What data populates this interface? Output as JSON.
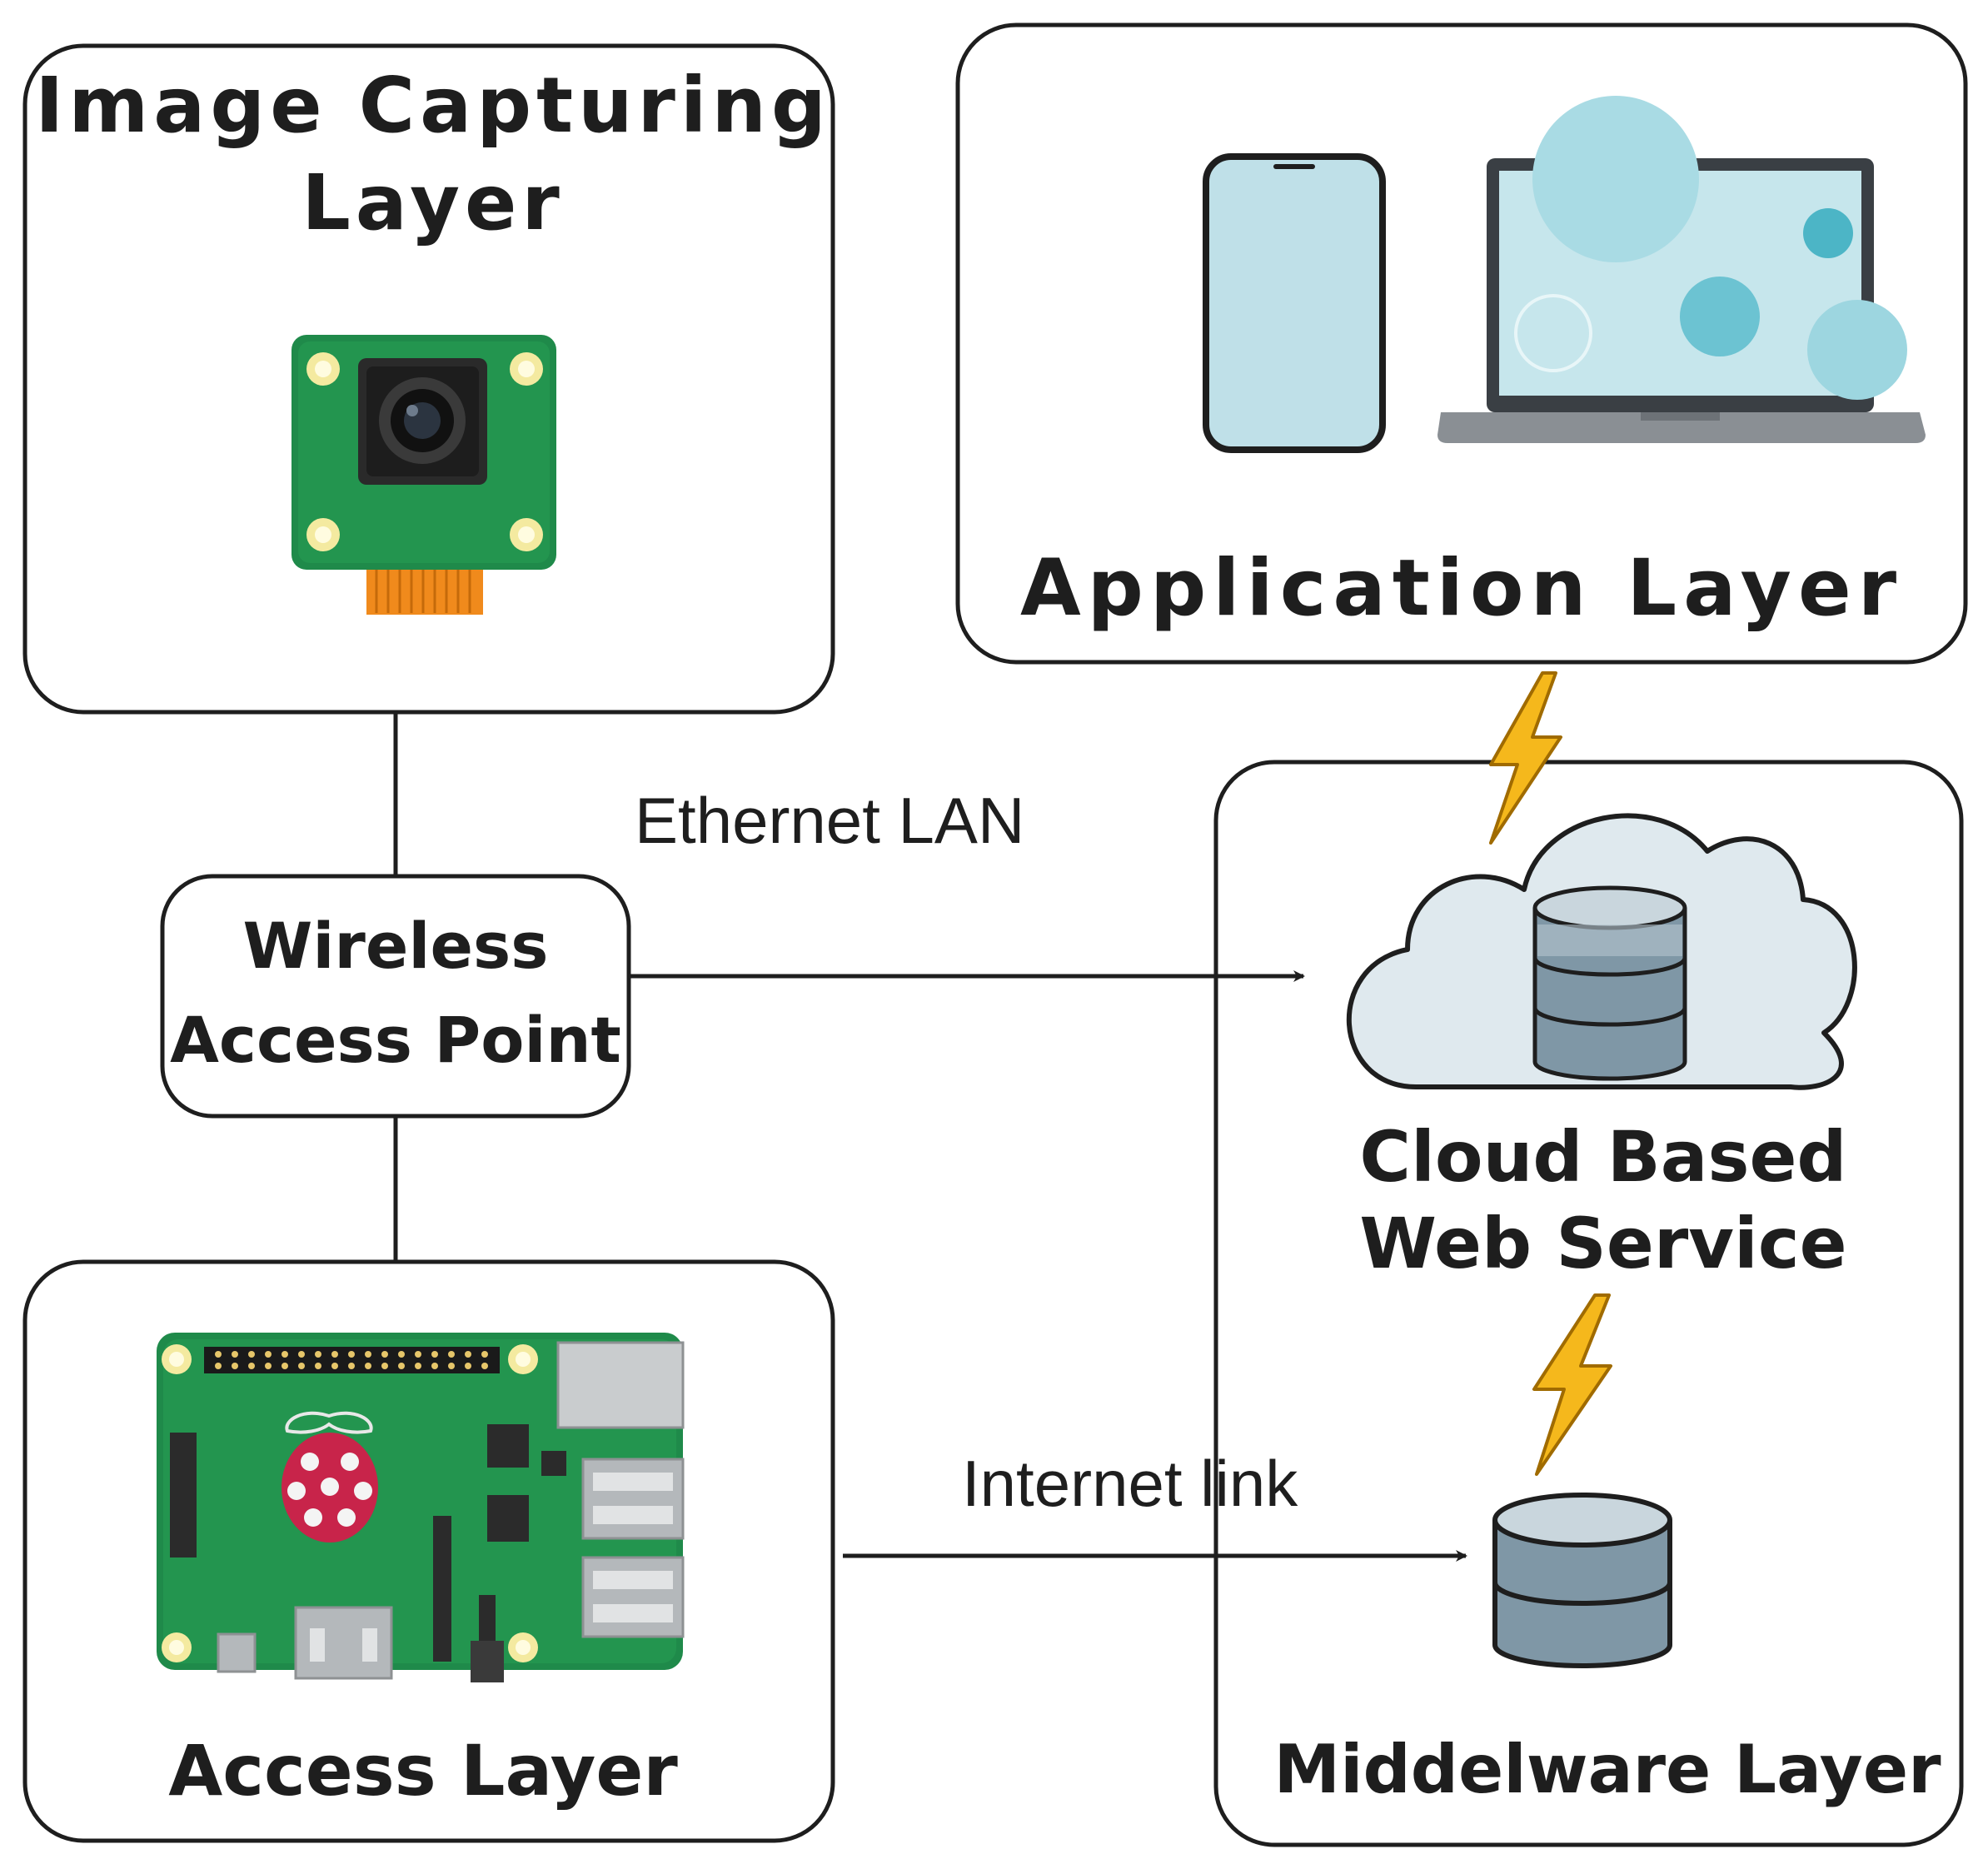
{
  "layers": {
    "image_capturing": {
      "title_line1": "Image Capturing",
      "title_line2": "Layer"
    },
    "application": {
      "title": "Application Layer"
    },
    "access": {
      "title": "Access Layer"
    },
    "middleware": {
      "title": "Middelware Layer"
    }
  },
  "nodes": {
    "wireless_ap": {
      "line1": "Wireless",
      "line2": "Access Point"
    },
    "cloud_service": {
      "line1": "Cloud Based",
      "line2": "Web Service"
    }
  },
  "links": {
    "ethernet": "Ethernet LAN",
    "internet": "Internet link"
  },
  "colors": {
    "outline": "#1e1e1e",
    "pcb_green": "#1f8a4a",
    "device_screen": "#bfe0e8",
    "cylinder": "#7f97a6",
    "cloud_fill": "#dfe9ee",
    "lightning": "#f5b81c"
  }
}
